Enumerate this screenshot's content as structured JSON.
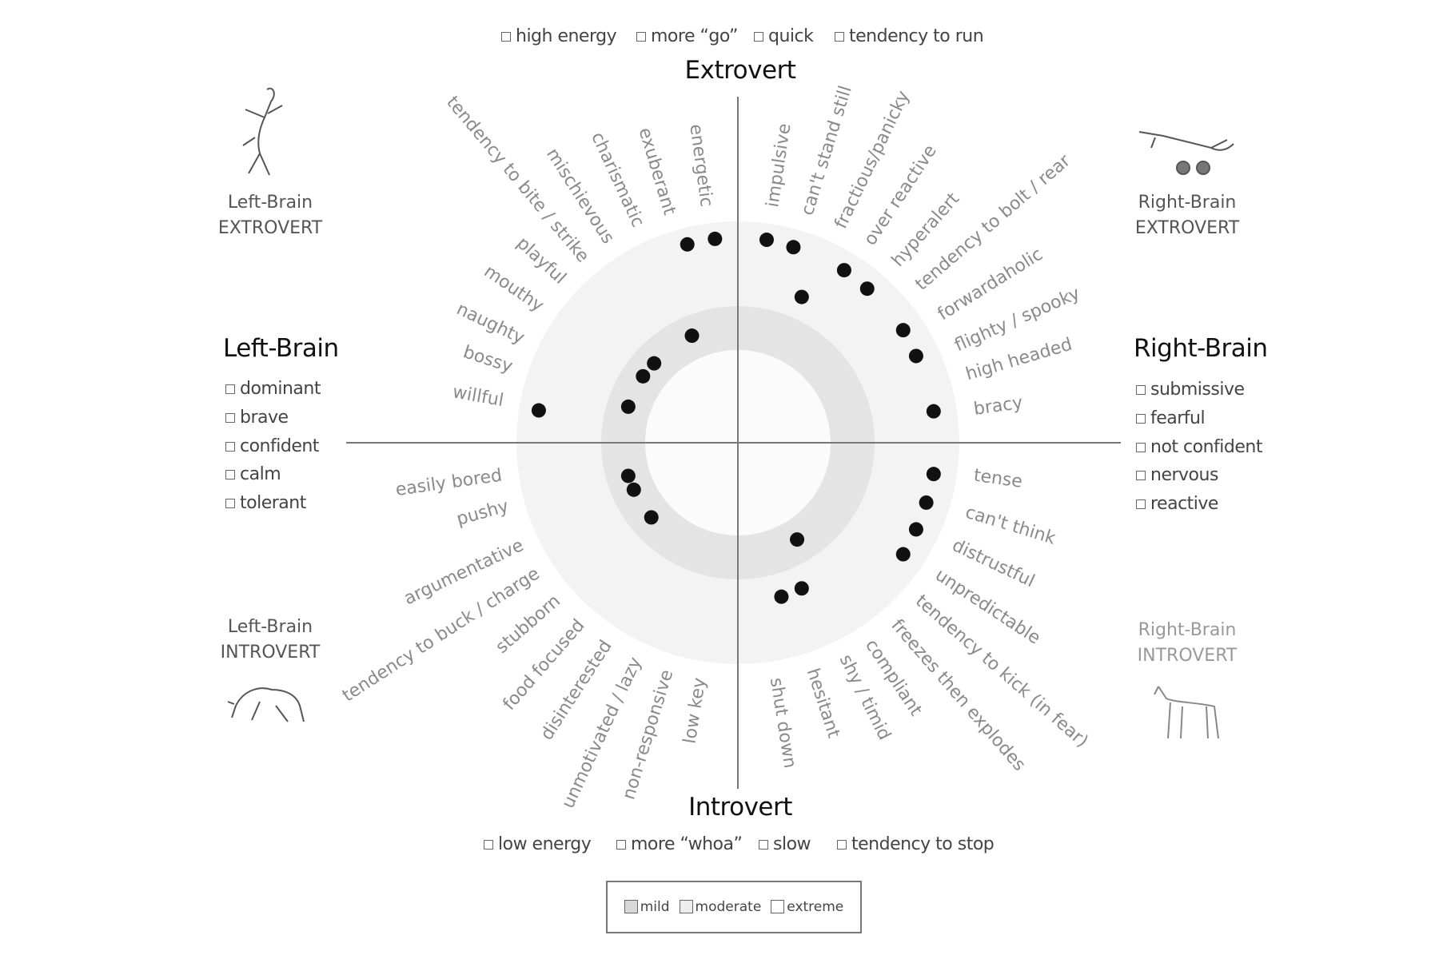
{
  "top_axis": {
    "title": "Extrovert",
    "options": [
      "high energy",
      "more “go”",
      "quick",
      "tendency to run"
    ]
  },
  "bottom_axis": {
    "title": "Introvert",
    "options": [
      "low energy",
      "more “whoa”",
      "slow",
      "tendency to stop"
    ]
  },
  "left_axis": {
    "title": "Left-Brain",
    "options": [
      "dominant",
      "brave",
      "confident",
      "calm",
      "tolerant"
    ]
  },
  "right_axis": {
    "title": "Right-Brain",
    "options": [
      "submissive",
      "fearful",
      "not confident",
      "nervous",
      "reactive"
    ]
  },
  "corners": {
    "left_extrovert": [
      "Left-Brain",
      "EXTROVERT"
    ],
    "right_extrovert": [
      "Right-Brain",
      "EXTROVERT"
    ],
    "left_introvert": [
      "Left-Brain",
      "INTROVERT"
    ],
    "right_introvert": [
      "Right-Brain",
      "INTROVERT"
    ]
  },
  "traits": {
    "right_extrovert": [
      "impulsive",
      "can't stand still",
      "fractious/panicky",
      "over reactive",
      "hyperalert",
      "tendency to bolt / rear",
      "forwardaholic",
      "flighty / spooky",
      "high headed",
      "bracy"
    ],
    "right_introvert": [
      "tense",
      "can't think",
      "distrustful",
      "unpredictable",
      "tendency to kick (in fear)",
      "freezes then explodes",
      "compliant",
      "shy / timid",
      "hesitant",
      "shut down"
    ],
    "left_introvert": [
      "low key",
      "non-responsive",
      "unmotivated / lazy",
      "disinterested",
      "food focused",
      "stubborn",
      "tendency to buck / charge",
      "argumentative",
      "pushy",
      "easily bored"
    ],
    "left_extrovert": [
      "willful",
      "bossy",
      "naughty",
      "mouthy",
      "playful",
      "tendency to bite / strike",
      "mischievous",
      "charismatic",
      "exuberant",
      "energetic"
    ]
  },
  "legend": [
    "mild",
    "moderate",
    "extreme"
  ],
  "colors": {
    "mild": "#e6e6e6",
    "moderate": "#f2f2f2",
    "extreme": "#ffffff",
    "dot": "#111111",
    "trait_text": "#8a8a8a"
  }
}
